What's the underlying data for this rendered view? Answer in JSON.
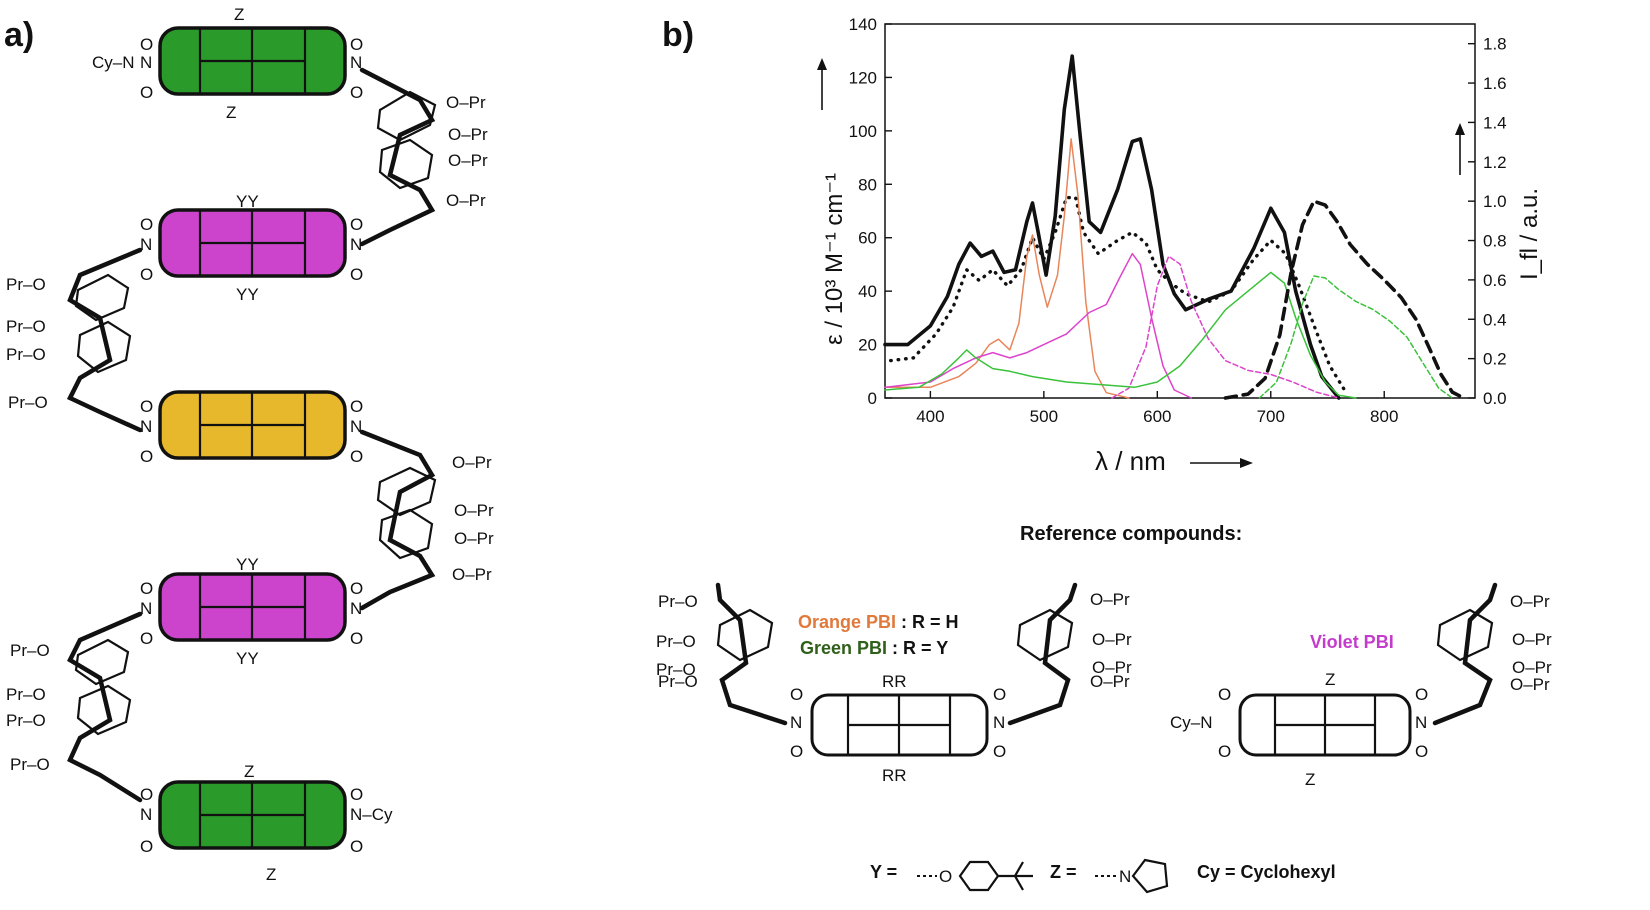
{
  "panels": {
    "a": "a)",
    "b": "b)"
  },
  "atoms": {
    "O": "O",
    "N": "N",
    "Z": "Z",
    "YY": "YY",
    "RR": "RR",
    "Cy_N": "Cy–N",
    "N_Cy": "N–Cy",
    "O_Pr": "O–Pr",
    "Pr_O": "Pr–O",
    "Pr": "Pr"
  },
  "chromophore_colors": {
    "green": "#2a9a2a",
    "violet": "#cc44cc",
    "yellow": "#e8b82c"
  },
  "chart_data": {
    "type": "line",
    "xlabel": "λ / nm",
    "ylabel_left": "ε / 10³ M⁻¹ cm⁻¹",
    "ylabel_right": "I_fl / a.u.",
    "xlim": [
      360,
      880
    ],
    "ylim_left": [
      0,
      140
    ],
    "ylim_right": [
      0,
      1.9
    ],
    "x_ticks": [
      400,
      500,
      600,
      700,
      800
    ],
    "y_ticks_left": [
      0,
      20,
      40,
      60,
      80,
      100,
      120,
      140
    ],
    "y_ticks_right": [
      "0.0",
      "0.2",
      "0.4",
      "0.6",
      "0.8",
      "1.0",
      "1.2",
      "1.4",
      "1.6",
      "1.8"
    ],
    "series": [
      {
        "style": "solid-thick",
        "color": "#111111",
        "axis": "left",
        "points": [
          [
            360,
            20
          ],
          [
            380,
            20
          ],
          [
            400,
            27
          ],
          [
            415,
            38
          ],
          [
            425,
            50
          ],
          [
            435,
            58
          ],
          [
            445,
            53
          ],
          [
            455,
            55
          ],
          [
            465,
            47
          ],
          [
            475,
            48
          ],
          [
            485,
            66
          ],
          [
            490,
            73
          ],
          [
            495,
            62
          ],
          [
            502,
            46
          ],
          [
            510,
            68
          ],
          [
            518,
            108
          ],
          [
            525,
            128
          ],
          [
            532,
            98
          ],
          [
            540,
            66
          ],
          [
            550,
            62
          ],
          [
            565,
            78
          ],
          [
            578,
            96
          ],
          [
            585,
            97
          ],
          [
            595,
            78
          ],
          [
            605,
            50
          ],
          [
            615,
            39
          ],
          [
            625,
            33
          ],
          [
            645,
            37
          ],
          [
            665,
            40
          ],
          [
            685,
            56
          ],
          [
            700,
            71
          ],
          [
            712,
            62
          ],
          [
            722,
            40
          ],
          [
            735,
            20
          ],
          [
            745,
            8
          ],
          [
            760,
            0
          ]
        ]
      },
      {
        "style": "dotted",
        "color": "#111111",
        "axis": "left",
        "points": [
          [
            365,
            14
          ],
          [
            385,
            15
          ],
          [
            405,
            24
          ],
          [
            420,
            34
          ],
          [
            432,
            48
          ],
          [
            443,
            44
          ],
          [
            455,
            48
          ],
          [
            468,
            42
          ],
          [
            480,
            48
          ],
          [
            490,
            60
          ],
          [
            500,
            52
          ],
          [
            510,
            62
          ],
          [
            520,
            75
          ],
          [
            528,
            75
          ],
          [
            535,
            62
          ],
          [
            548,
            54
          ],
          [
            565,
            59
          ],
          [
            578,
            62
          ],
          [
            590,
            58
          ],
          [
            600,
            48
          ],
          [
            612,
            43
          ],
          [
            625,
            39
          ],
          [
            645,
            36
          ],
          [
            665,
            40
          ],
          [
            685,
            52
          ],
          [
            700,
            59
          ],
          [
            713,
            54
          ],
          [
            725,
            42
          ],
          [
            740,
            25
          ],
          [
            752,
            12
          ],
          [
            765,
            3
          ]
        ]
      },
      {
        "style": "solid-thin",
        "color": "#e8865a",
        "axis": "left",
        "points": [
          [
            360,
            4
          ],
          [
            400,
            4
          ],
          [
            425,
            8
          ],
          [
            440,
            13
          ],
          [
            452,
            20
          ],
          [
            460,
            22
          ],
          [
            470,
            18
          ],
          [
            478,
            28
          ],
          [
            485,
            53
          ],
          [
            490,
            61
          ],
          [
            496,
            46
          ],
          [
            503,
            34
          ],
          [
            512,
            46
          ],
          [
            518,
            68
          ],
          [
            524,
            97
          ],
          [
            530,
            76
          ],
          [
            537,
            36
          ],
          [
            545,
            10
          ],
          [
            555,
            2
          ],
          [
            575,
            0
          ]
        ]
      },
      {
        "style": "solid-thin",
        "color": "#dd44cc",
        "axis": "left",
        "points": [
          [
            360,
            4
          ],
          [
            400,
            6
          ],
          [
            420,
            11
          ],
          [
            440,
            15
          ],
          [
            455,
            17
          ],
          [
            470,
            15
          ],
          [
            485,
            17
          ],
          [
            500,
            20
          ],
          [
            520,
            24
          ],
          [
            540,
            32
          ],
          [
            555,
            35
          ],
          [
            568,
            46
          ],
          [
            578,
            54
          ],
          [
            585,
            50
          ],
          [
            595,
            30
          ],
          [
            605,
            12
          ],
          [
            615,
            3
          ],
          [
            630,
            0
          ]
        ]
      },
      {
        "style": "dashed-thin",
        "color": "#dd44cc",
        "axis": "right",
        "points": [
          [
            560,
            0
          ],
          [
            575,
            0.05
          ],
          [
            590,
            0.26
          ],
          [
            600,
            0.57
          ],
          [
            610,
            0.72
          ],
          [
            620,
            0.68
          ],
          [
            630,
            0.49
          ],
          [
            645,
            0.3
          ],
          [
            660,
            0.19
          ],
          [
            680,
            0.14
          ],
          [
            700,
            0.12
          ],
          [
            720,
            0.08
          ],
          [
            740,
            0.03
          ],
          [
            760,
            0
          ]
        ]
      },
      {
        "style": "solid-thin",
        "color": "#3ac23a",
        "axis": "left",
        "points": [
          [
            360,
            3
          ],
          [
            390,
            4
          ],
          [
            410,
            9
          ],
          [
            425,
            15
          ],
          [
            432,
            18
          ],
          [
            440,
            15
          ],
          [
            455,
            11
          ],
          [
            470,
            10
          ],
          [
            490,
            8
          ],
          [
            520,
            6
          ],
          [
            550,
            5
          ],
          [
            580,
            4
          ],
          [
            600,
            6
          ],
          [
            620,
            12
          ],
          [
            640,
            22
          ],
          [
            660,
            33
          ],
          [
            680,
            40
          ],
          [
            700,
            47
          ],
          [
            712,
            43
          ],
          [
            722,
            30
          ],
          [
            735,
            16
          ],
          [
            748,
            6
          ],
          [
            760,
            1
          ],
          [
            775,
            0
          ]
        ]
      },
      {
        "style": "dashed-thin",
        "color": "#3ac23a",
        "axis": "right",
        "points": [
          [
            690,
            0
          ],
          [
            705,
            0.08
          ],
          [
            718,
            0.28
          ],
          [
            728,
            0.48
          ],
          [
            738,
            0.62
          ],
          [
            748,
            0.61
          ],
          [
            760,
            0.55
          ],
          [
            775,
            0.49
          ],
          [
            790,
            0.45
          ],
          [
            805,
            0.39
          ],
          [
            820,
            0.31
          ],
          [
            835,
            0.17
          ],
          [
            848,
            0.05
          ],
          [
            860,
            0
          ]
        ]
      },
      {
        "style": "dashed-thick",
        "color": "#111111",
        "axis": "right",
        "points": [
          [
            660,
            0
          ],
          [
            680,
            0.02
          ],
          [
            695,
            0.1
          ],
          [
            708,
            0.32
          ],
          [
            718,
            0.64
          ],
          [
            728,
            0.88
          ],
          [
            738,
            1.0
          ],
          [
            748,
            0.98
          ],
          [
            758,
            0.9
          ],
          [
            770,
            0.78
          ],
          [
            785,
            0.68
          ],
          [
            800,
            0.6
          ],
          [
            815,
            0.51
          ],
          [
            828,
            0.4
          ],
          [
            840,
            0.25
          ],
          [
            850,
            0.12
          ],
          [
            860,
            0.03
          ],
          [
            870,
            0
          ]
        ]
      }
    ]
  },
  "reference": {
    "title": "Reference compounds:",
    "orange_pbi": "Orange PBI",
    "orange_pbi_suffix": " : R = H",
    "green_pbi": "Green PBI",
    "green_pbi_suffix": " : R = Y",
    "violet_pbi": "Violet PBI",
    "orange_color": "#e07a3c",
    "green_color": "#2f5f1a",
    "violet_color": "#c43ccc"
  },
  "legend_definitions": {
    "y_def": "Y =",
    "z_def": "Z =",
    "cy_def": "Cy = Cyclohexyl"
  }
}
